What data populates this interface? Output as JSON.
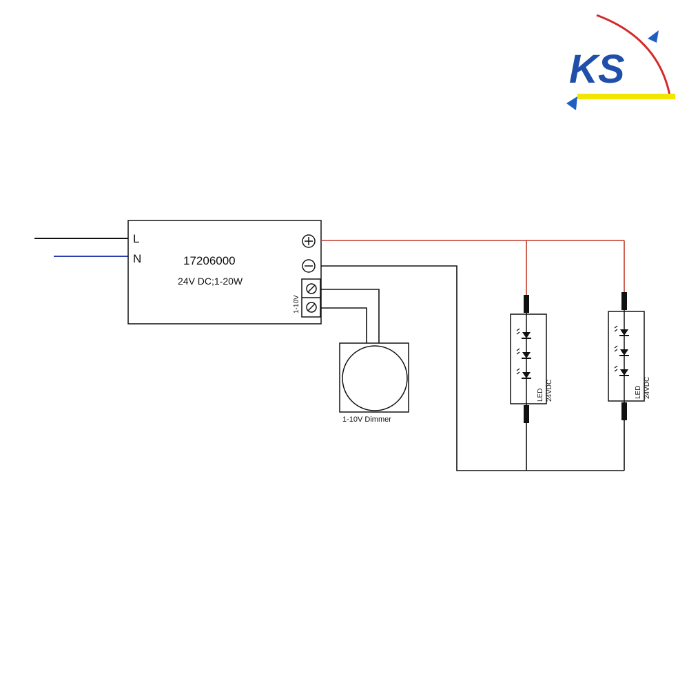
{
  "logo": {
    "text": "KS",
    "colors": {
      "letters": "#1f4fa8",
      "arc": "#d42a2a",
      "bar": "#f2e600",
      "arrow": "#1f5fc4"
    }
  },
  "driver": {
    "input_L": "L",
    "input_N": "N",
    "part_number": "17206000",
    "rating": "24V DC;1-20W",
    "dim_terminal_label": "1-10V",
    "plus_symbol": "plus-terminal-icon",
    "minus_symbol": "minus-terminal-icon"
  },
  "dimmer": {
    "label": "1-10V Dimmer"
  },
  "led_modules": [
    {
      "type": "LED",
      "voltage": "24VDC"
    },
    {
      "type": "LED",
      "voltage": "24VDC"
    }
  ],
  "wire_colors": {
    "live": "#111111",
    "neutral": "#2b3fb0",
    "positive": "#c0392b",
    "negative": "#111111",
    "dim": "#111111"
  }
}
